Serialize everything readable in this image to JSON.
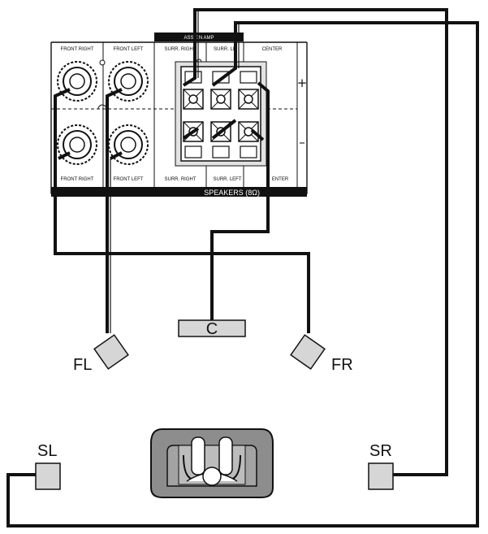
{
  "panel": {
    "assign_amp": "ASSIGN AMP",
    "speakers_bar": "SPEAKERS (8Ω)",
    "top_labels": [
      "FRONT RIGHT",
      "FRONT LEFT",
      "SURR. RIGHT",
      "SURR. LE",
      "CENTER"
    ],
    "bottom_labels": [
      "FRONT RIGHT",
      "FRONT LEFT",
      "SURR. RIGHT",
      "SURR. LEFT",
      "ENTER"
    ],
    "plus_symbol": "+",
    "minus_symbol": "–"
  },
  "speakers": {
    "center": "C",
    "front_left": "FL",
    "front_right": "FR",
    "surround_left": "SL",
    "surround_right": "SR"
  },
  "colors": {
    "wire": "#111111",
    "speaker_fill": "#d6d6d6",
    "sofa_fill": "#8d8d8d",
    "panel_bar": "#111111"
  }
}
